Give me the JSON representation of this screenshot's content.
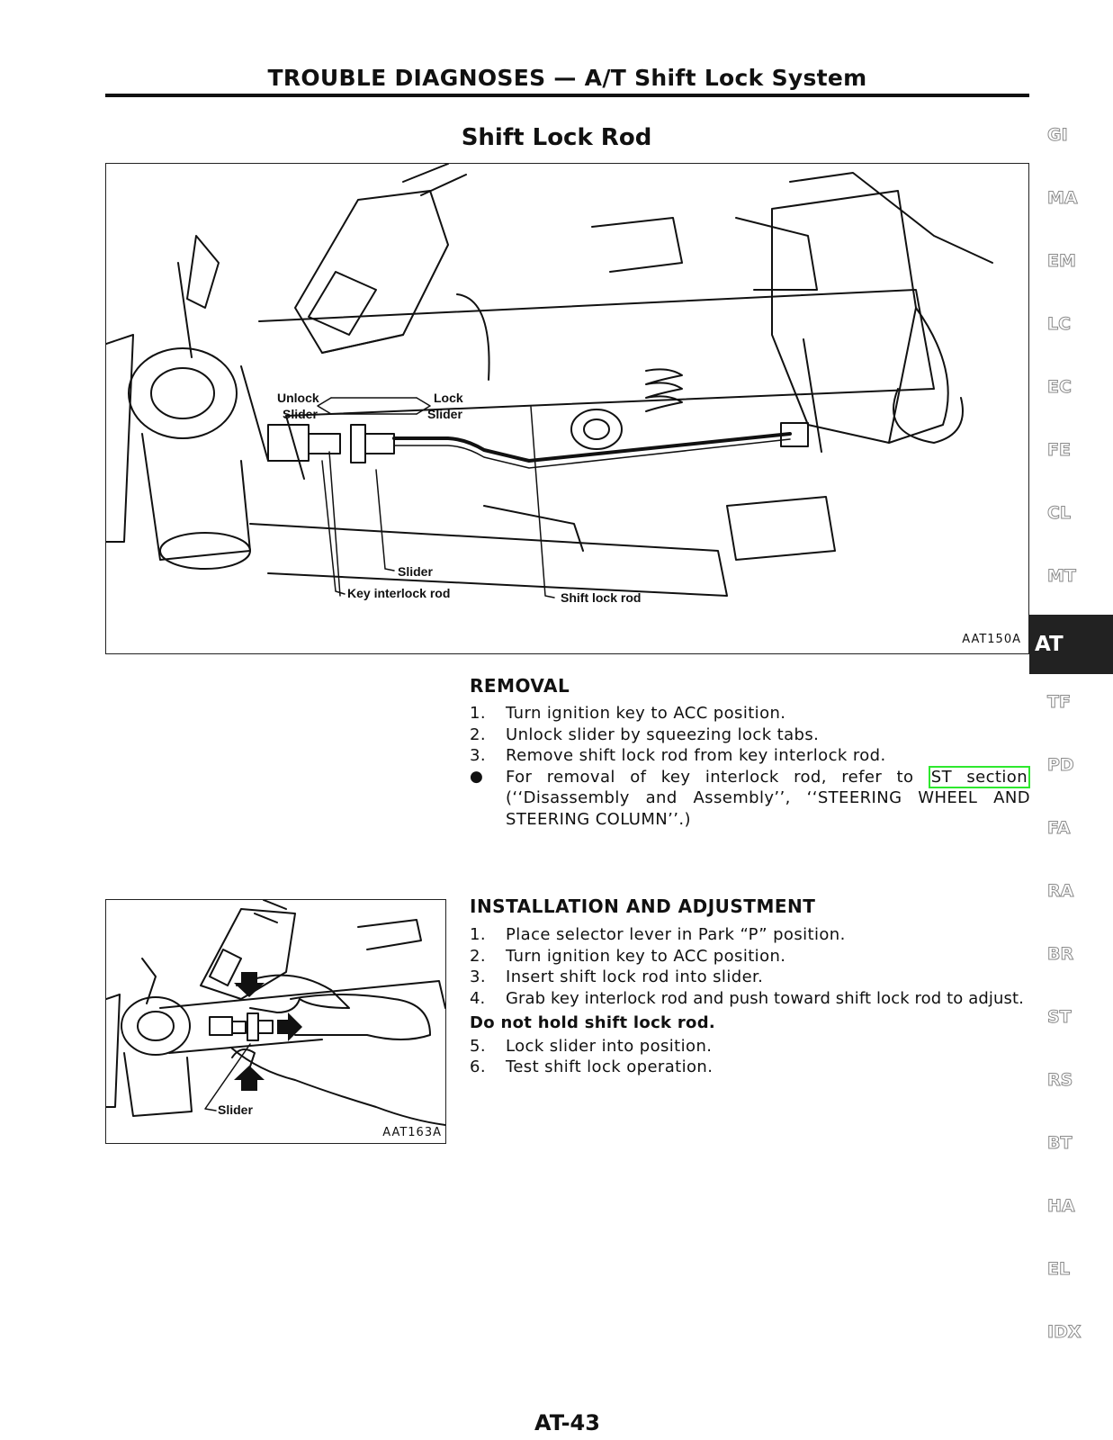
{
  "header": {
    "title": "TROUBLE DIAGNOSES — A/T Shift Lock System"
  },
  "section": {
    "title": "Shift Lock Rod"
  },
  "figure1": {
    "code": "AAT150A",
    "labels": {
      "unlock_1": "Unlock",
      "unlock_2": "Slider",
      "lock_1": "Lock",
      "lock_2": "Slider",
      "slider": "Slider",
      "key_interlock_rod": "Key interlock rod",
      "shift_lock_rod": "Shift lock rod"
    }
  },
  "removal": {
    "heading": "REMOVAL",
    "steps": [
      {
        "num": "1.",
        "text": "Turn ignition key to ACC position."
      },
      {
        "num": "2.",
        "text": "Unlock slider by squeezing lock tabs."
      },
      {
        "num": "3.",
        "text": "Remove shift lock rod from key interlock rod."
      }
    ],
    "note": {
      "bullet": "●",
      "before": "For removal of key interlock rod, refer to ",
      "link": "ST section",
      "after": " (‘‘Disassembly and Assembly’’, ‘‘STEERING WHEEL AND STEERING COLUMN’’.)"
    }
  },
  "figure2": {
    "code": "AAT163A",
    "labels": {
      "slider": "Slider"
    }
  },
  "installation": {
    "heading": "INSTALLATION AND ADJUSTMENT",
    "steps_a": [
      {
        "num": "1.",
        "text": "Place selector lever in Park “P” position."
      },
      {
        "num": "2.",
        "text": "Turn ignition key to ACC position."
      },
      {
        "num": "3.",
        "text": "Insert shift lock rod into slider."
      },
      {
        "num": "4.",
        "text": "Grab key interlock rod and push toward shift lock rod to adjust."
      }
    ],
    "warning": "Do not hold shift lock rod.",
    "steps_b": [
      {
        "num": "5.",
        "text": "Lock slider into position."
      },
      {
        "num": "6.",
        "text": "Test shift lock operation."
      }
    ]
  },
  "tabs": [
    "GI",
    "MA",
    "EM",
    "LC",
    "EC",
    "FE",
    "CL",
    "MT",
    "AT",
    "TF",
    "PD",
    "FA",
    "RA",
    "BR",
    "ST",
    "RS",
    "BT",
    "HA",
    "EL",
    "IDX"
  ],
  "active_tab": "AT",
  "page_number": "AT-43"
}
